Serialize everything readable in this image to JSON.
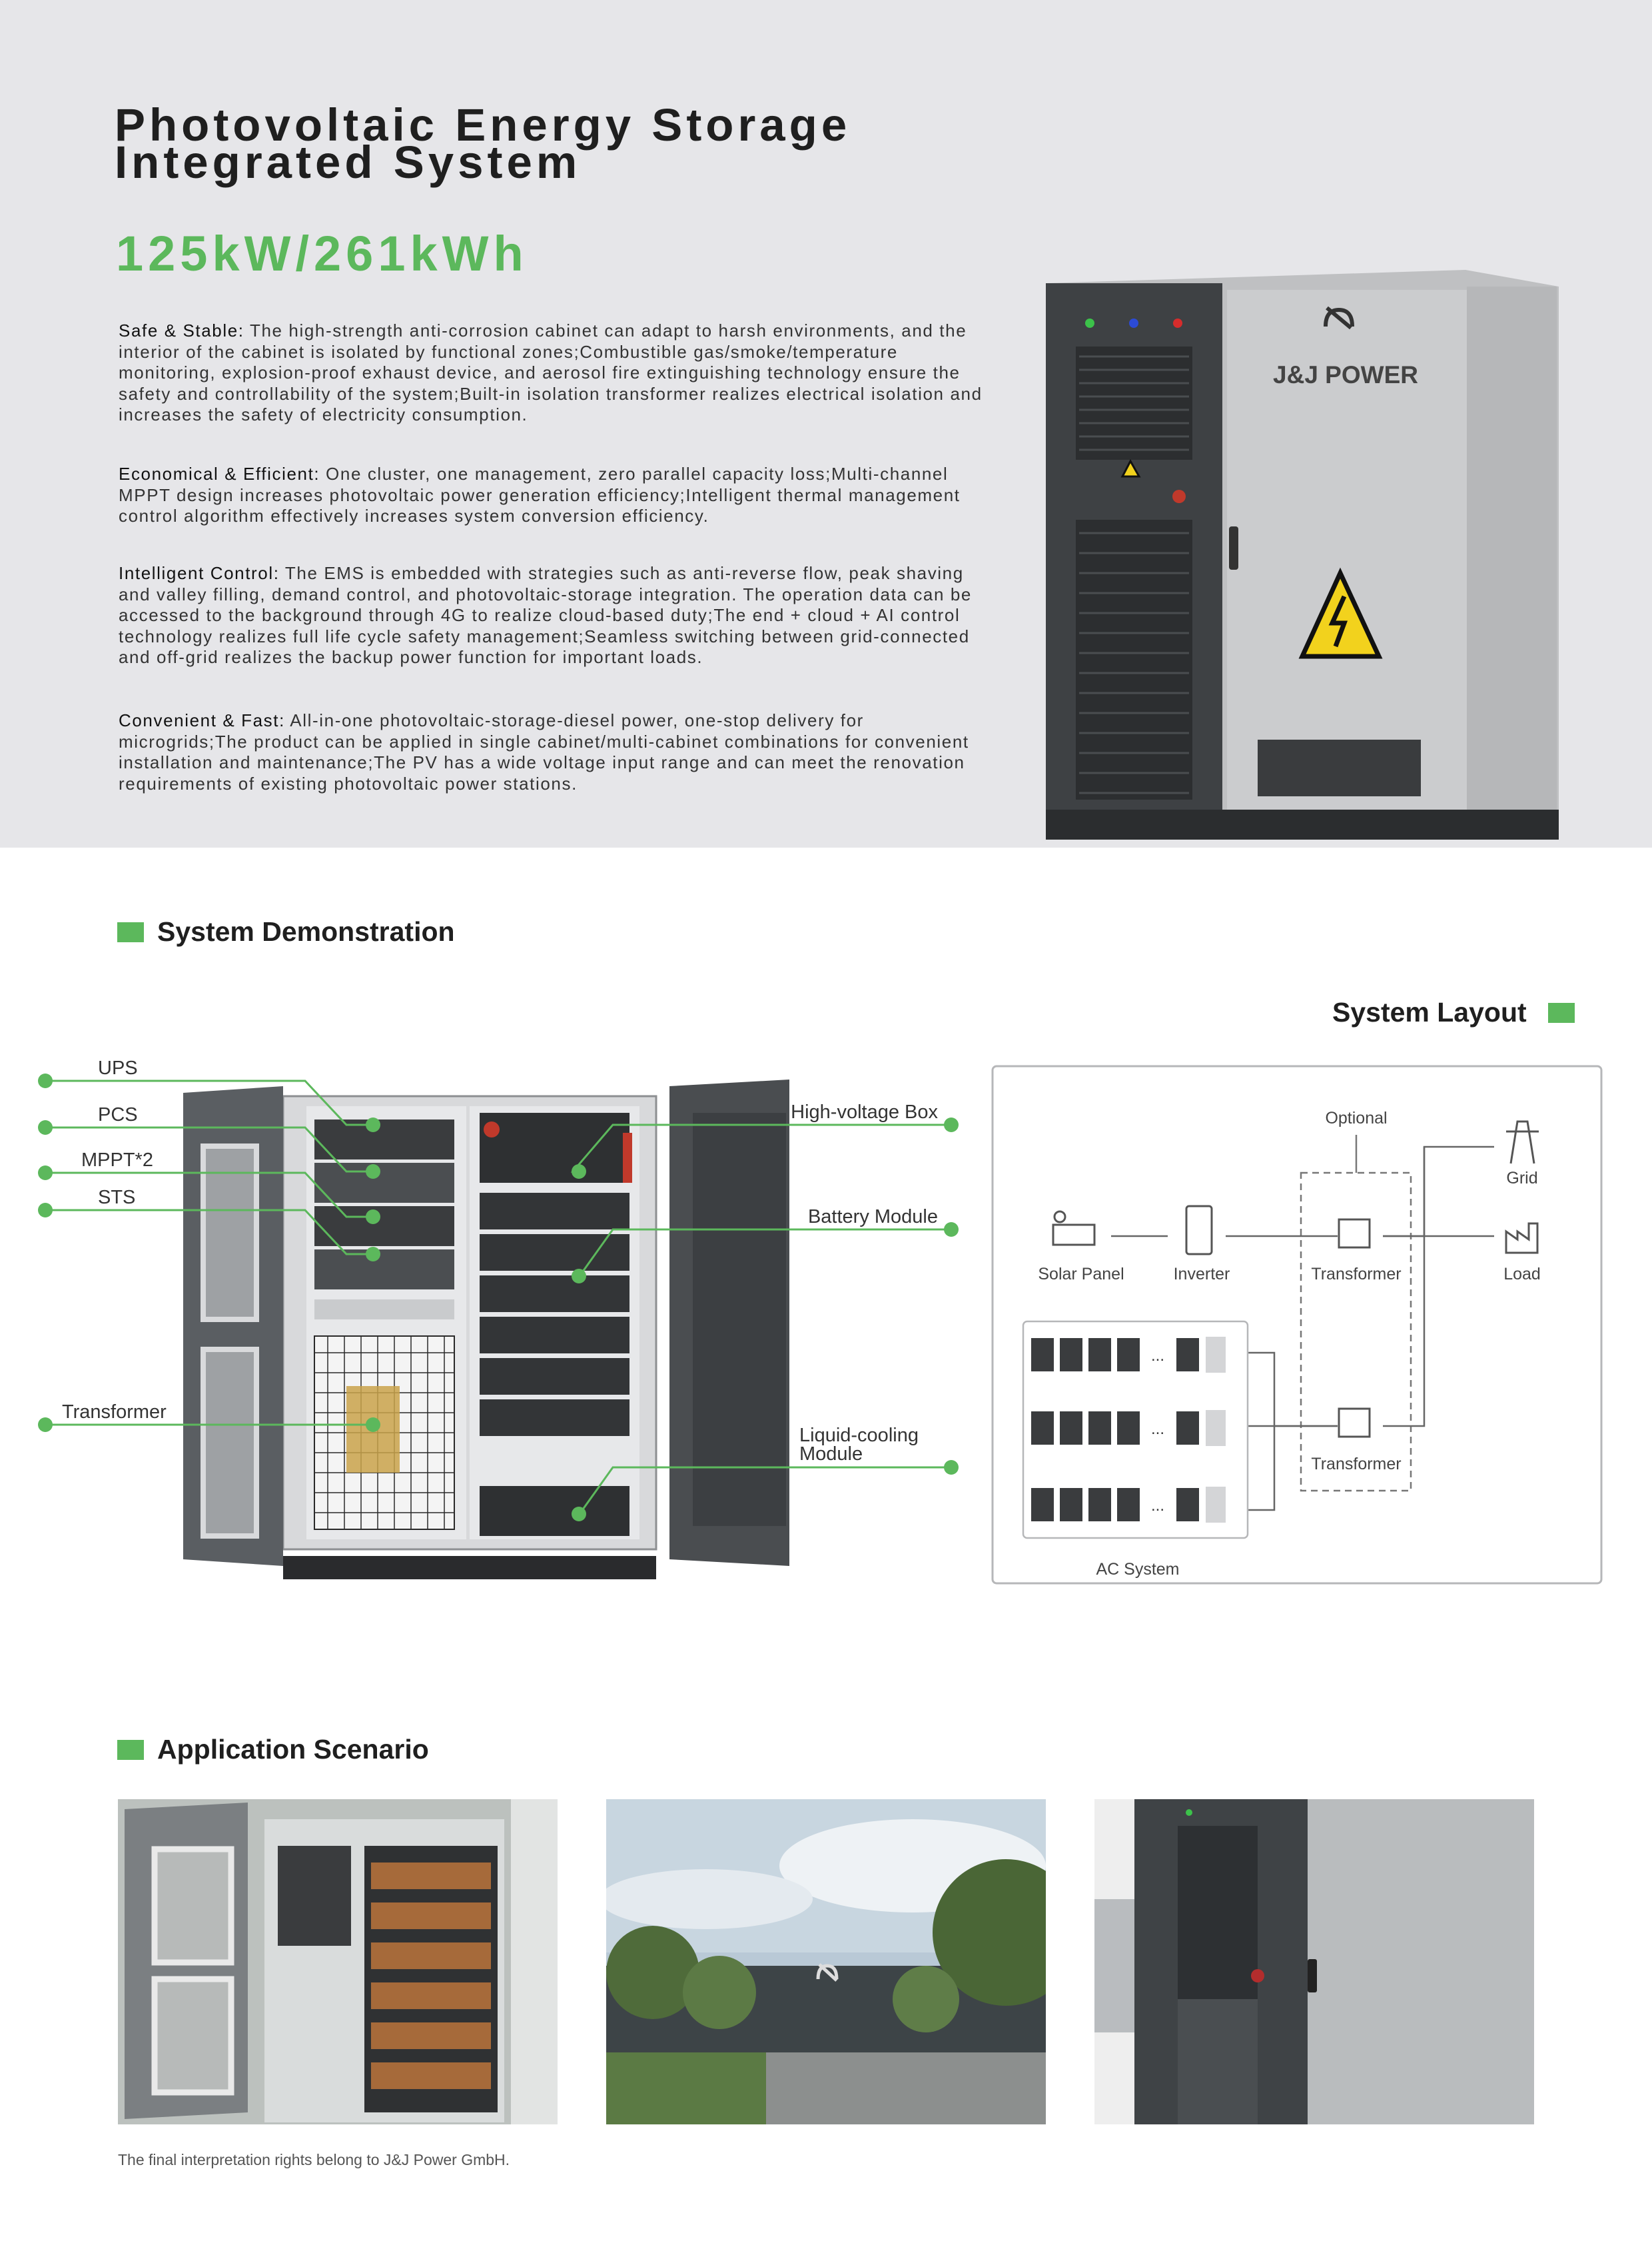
{
  "hero": {
    "title_line1": "Photovoltaic Energy Storage",
    "title_line2": "Integrated System",
    "spec": "125kW/261kWh",
    "features": [
      {
        "label": "Safe & Stable:",
        "text": " The high-strength anti-corrosion cabinet can adapt to harsh environments, and the interior of the cabinet is isolated by functional zones;Combustible gas/smoke/temperature monitoring, explosion-proof exhaust device, and aerosol fire extinguishing technology ensure the safety and controllability of the system;Built-in isolation transformer realizes electrical isolation and increases the safety of electricity consumption."
      },
      {
        "label": "Economical & Efficient:",
        "text": " One cluster, one management, zero parallel capacity loss;Multi-channel MPPT design increases photovoltaic power generation efficiency;Intelligent thermal management control algorithm effectively increases system conversion efficiency."
      },
      {
        "label": "Intelligent Control:",
        "text": " The EMS is embedded with strategies such as anti-reverse flow, peak shaving and valley filling, demand control, and photovoltaic-storage integration. The operation data can be accessed to the background through 4G to realize cloud-based duty;The end + cloud + AI control technology realizes full life cycle safety management;Seamless switching between grid-connected and off-grid realizes the backup power function for important loads."
      },
      {
        "label": "Convenient & Fast:",
        "text": " All-in-one photovoltaic-storage-diesel power, one-stop delivery for microgrids;The product can be applied in single cabinet/multi-cabinet combinations for convenient installation and maintenance;The PV has a wide voltage input range and can meet the renovation requirements of existing photovoltaic power stations."
      }
    ],
    "brand": "J&J POWER"
  },
  "demo": {
    "heading": "System Demonstration",
    "labels_left": [
      "UPS",
      "PCS",
      "MPPT*2",
      "STS",
      "Transformer"
    ],
    "labels_right": [
      "High-voltage Box",
      "Battery Module",
      "Liquid-cooling",
      "Module"
    ]
  },
  "layout": {
    "heading": "System Layout",
    "optional": "Optional",
    "grid": "Grid",
    "load": "Load",
    "solar": "Solar Panel",
    "inverter": "Inverter",
    "transformer": "Transformer",
    "ac_system": "AC System",
    "ellipsis": "..."
  },
  "application": {
    "heading": "Application Scenario"
  },
  "footer": "The final interpretation rights belong to J&J Power GmbH.",
  "colors": {
    "accent": "#5cb85c",
    "cabinet_dark": "#3c3f42",
    "cabinet_light": "#c8c9cb"
  }
}
